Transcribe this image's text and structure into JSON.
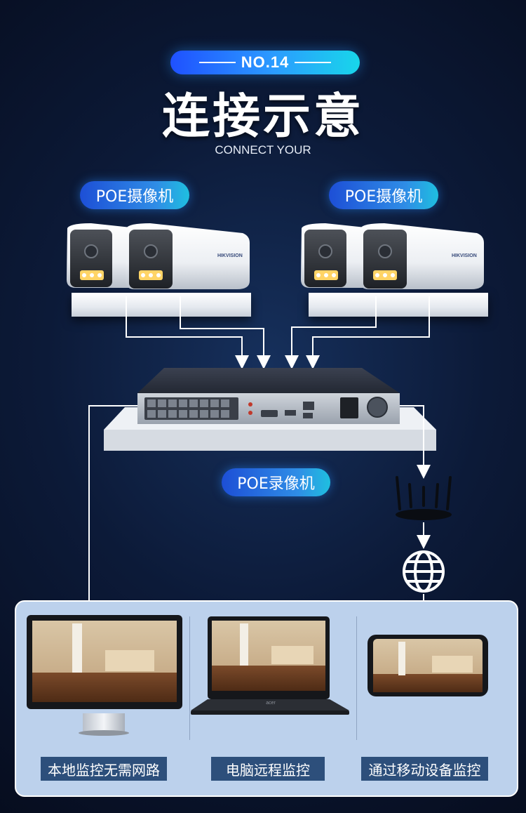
{
  "header": {
    "badge": "NO.14",
    "title": "连接示意",
    "subtitle": "CONNECT YOUR"
  },
  "cameras": {
    "left_label": "POE摄像机",
    "right_label": "POE摄像机",
    "brand": "HIKVISION"
  },
  "nvr": {
    "label": "POE录像机"
  },
  "monitoring": {
    "local": "本地监控无需网路",
    "pc": "电脑远程监控",
    "mobile": "通过移动设备监控",
    "laptop_brand": "acer"
  },
  "colors": {
    "accent_blue": "#2b9cff",
    "accent_cyan": "#18d6ea",
    "panel_bg": "#bcd1ec",
    "label_bg": "#2d4f7b"
  }
}
